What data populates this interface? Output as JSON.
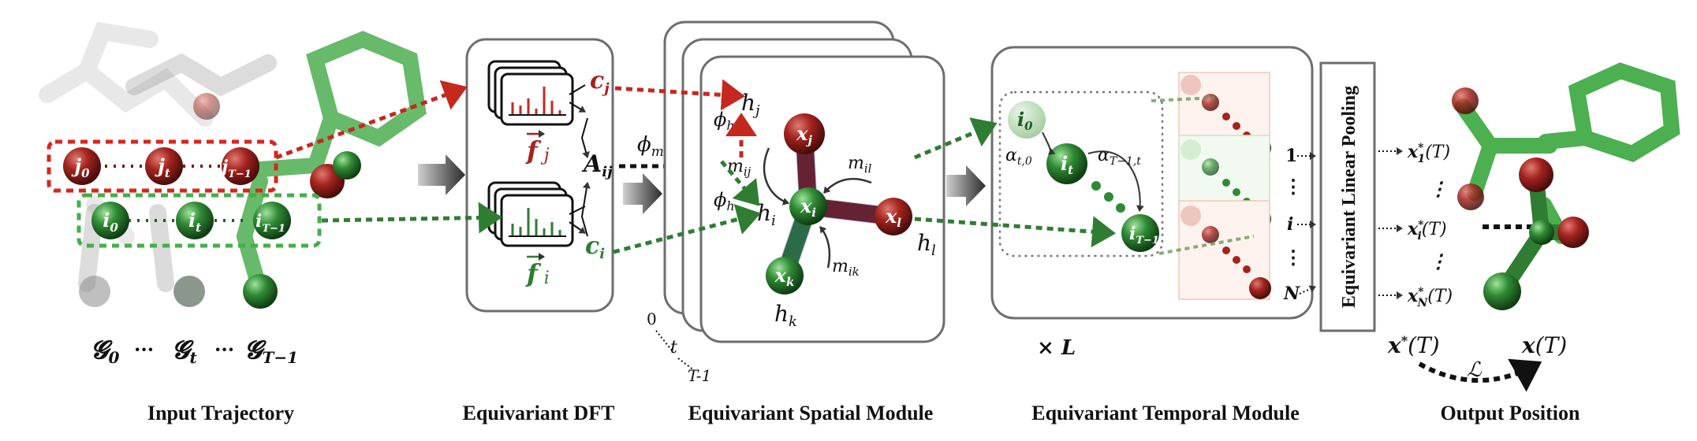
{
  "colors": {
    "red": "#a3241f",
    "green": "#2f7d32",
    "dark": "#111111",
    "gray": "#6e6e6e"
  },
  "input": {
    "nodes_red": [
      "j",
      "j",
      "j"
    ],
    "nodes_red_sub": [
      "0",
      "t",
      "T−1"
    ],
    "nodes_green": [
      "i",
      "i",
      "i"
    ],
    "nodes_green_sub": [
      "0",
      "t",
      "T−1"
    ],
    "graphs": [
      "𝓖",
      "𝓖",
      "𝓖"
    ],
    "graph_subs": [
      "0",
      "t",
      "T−1"
    ],
    "ellipsis": "···"
  },
  "dft": {
    "cj_base": "c",
    "cj_sub": "j",
    "ci_base": "c",
    "ci_sub": "i",
    "fj_base": "f",
    "fj_sub": "j",
    "fi_base": "f",
    "fi_sub": "i",
    "A_base": "A",
    "A_sub": "ij",
    "phi_m_base": "ϕ",
    "phi_m_sub": "m"
  },
  "spatial": {
    "phi_h_base": "ϕ",
    "phi_h_sub": "h",
    "h_base": "h",
    "hj_sub": "j",
    "hi_sub": "i",
    "hk_sub": "k",
    "hl_sub": "l",
    "m_base": "m",
    "mij_sub": "ij",
    "mil_sub": "il",
    "mik_sub": "ik",
    "x_base": "x",
    "xj_sub": "j",
    "xi_sub": "i",
    "xk_sub": "k",
    "xl_sub": "l",
    "stack_0": "0",
    "stack_t": "t",
    "stack_T": "T-1"
  },
  "temporal": {
    "i0_base": "i",
    "i0_sub": "0",
    "it_base": "i",
    "it_sub": "t",
    "iT_base": "i",
    "iT_sub": "T−1",
    "alpha_base": "α",
    "alpha1_sub": "t,0",
    "alpha2_sub": "T−1,t",
    "times_L": "× L",
    "row_labels": [
      "1",
      "i",
      "N"
    ],
    "vdots": "⋮"
  },
  "pooling": {
    "label": "Equivariant Linear Pooling"
  },
  "output": {
    "outputs_base": "x",
    "outputs_sub": [
      "1",
      "i",
      "N"
    ],
    "outputs_arg": "(T)",
    "vdots": "⋮",
    "xstar_base": "x",
    "xstar_arg": "(T)",
    "x_base": "x",
    "x_arg": "(T)",
    "loss": "ℒ",
    "star": "*"
  },
  "captions": {
    "input_trajectory": "Input Trajectory",
    "dft": "Equivariant DFT",
    "spatial": "Equivariant Spatial Module",
    "temporal": "Equivariant Temporal Module",
    "output": "Output Position"
  }
}
